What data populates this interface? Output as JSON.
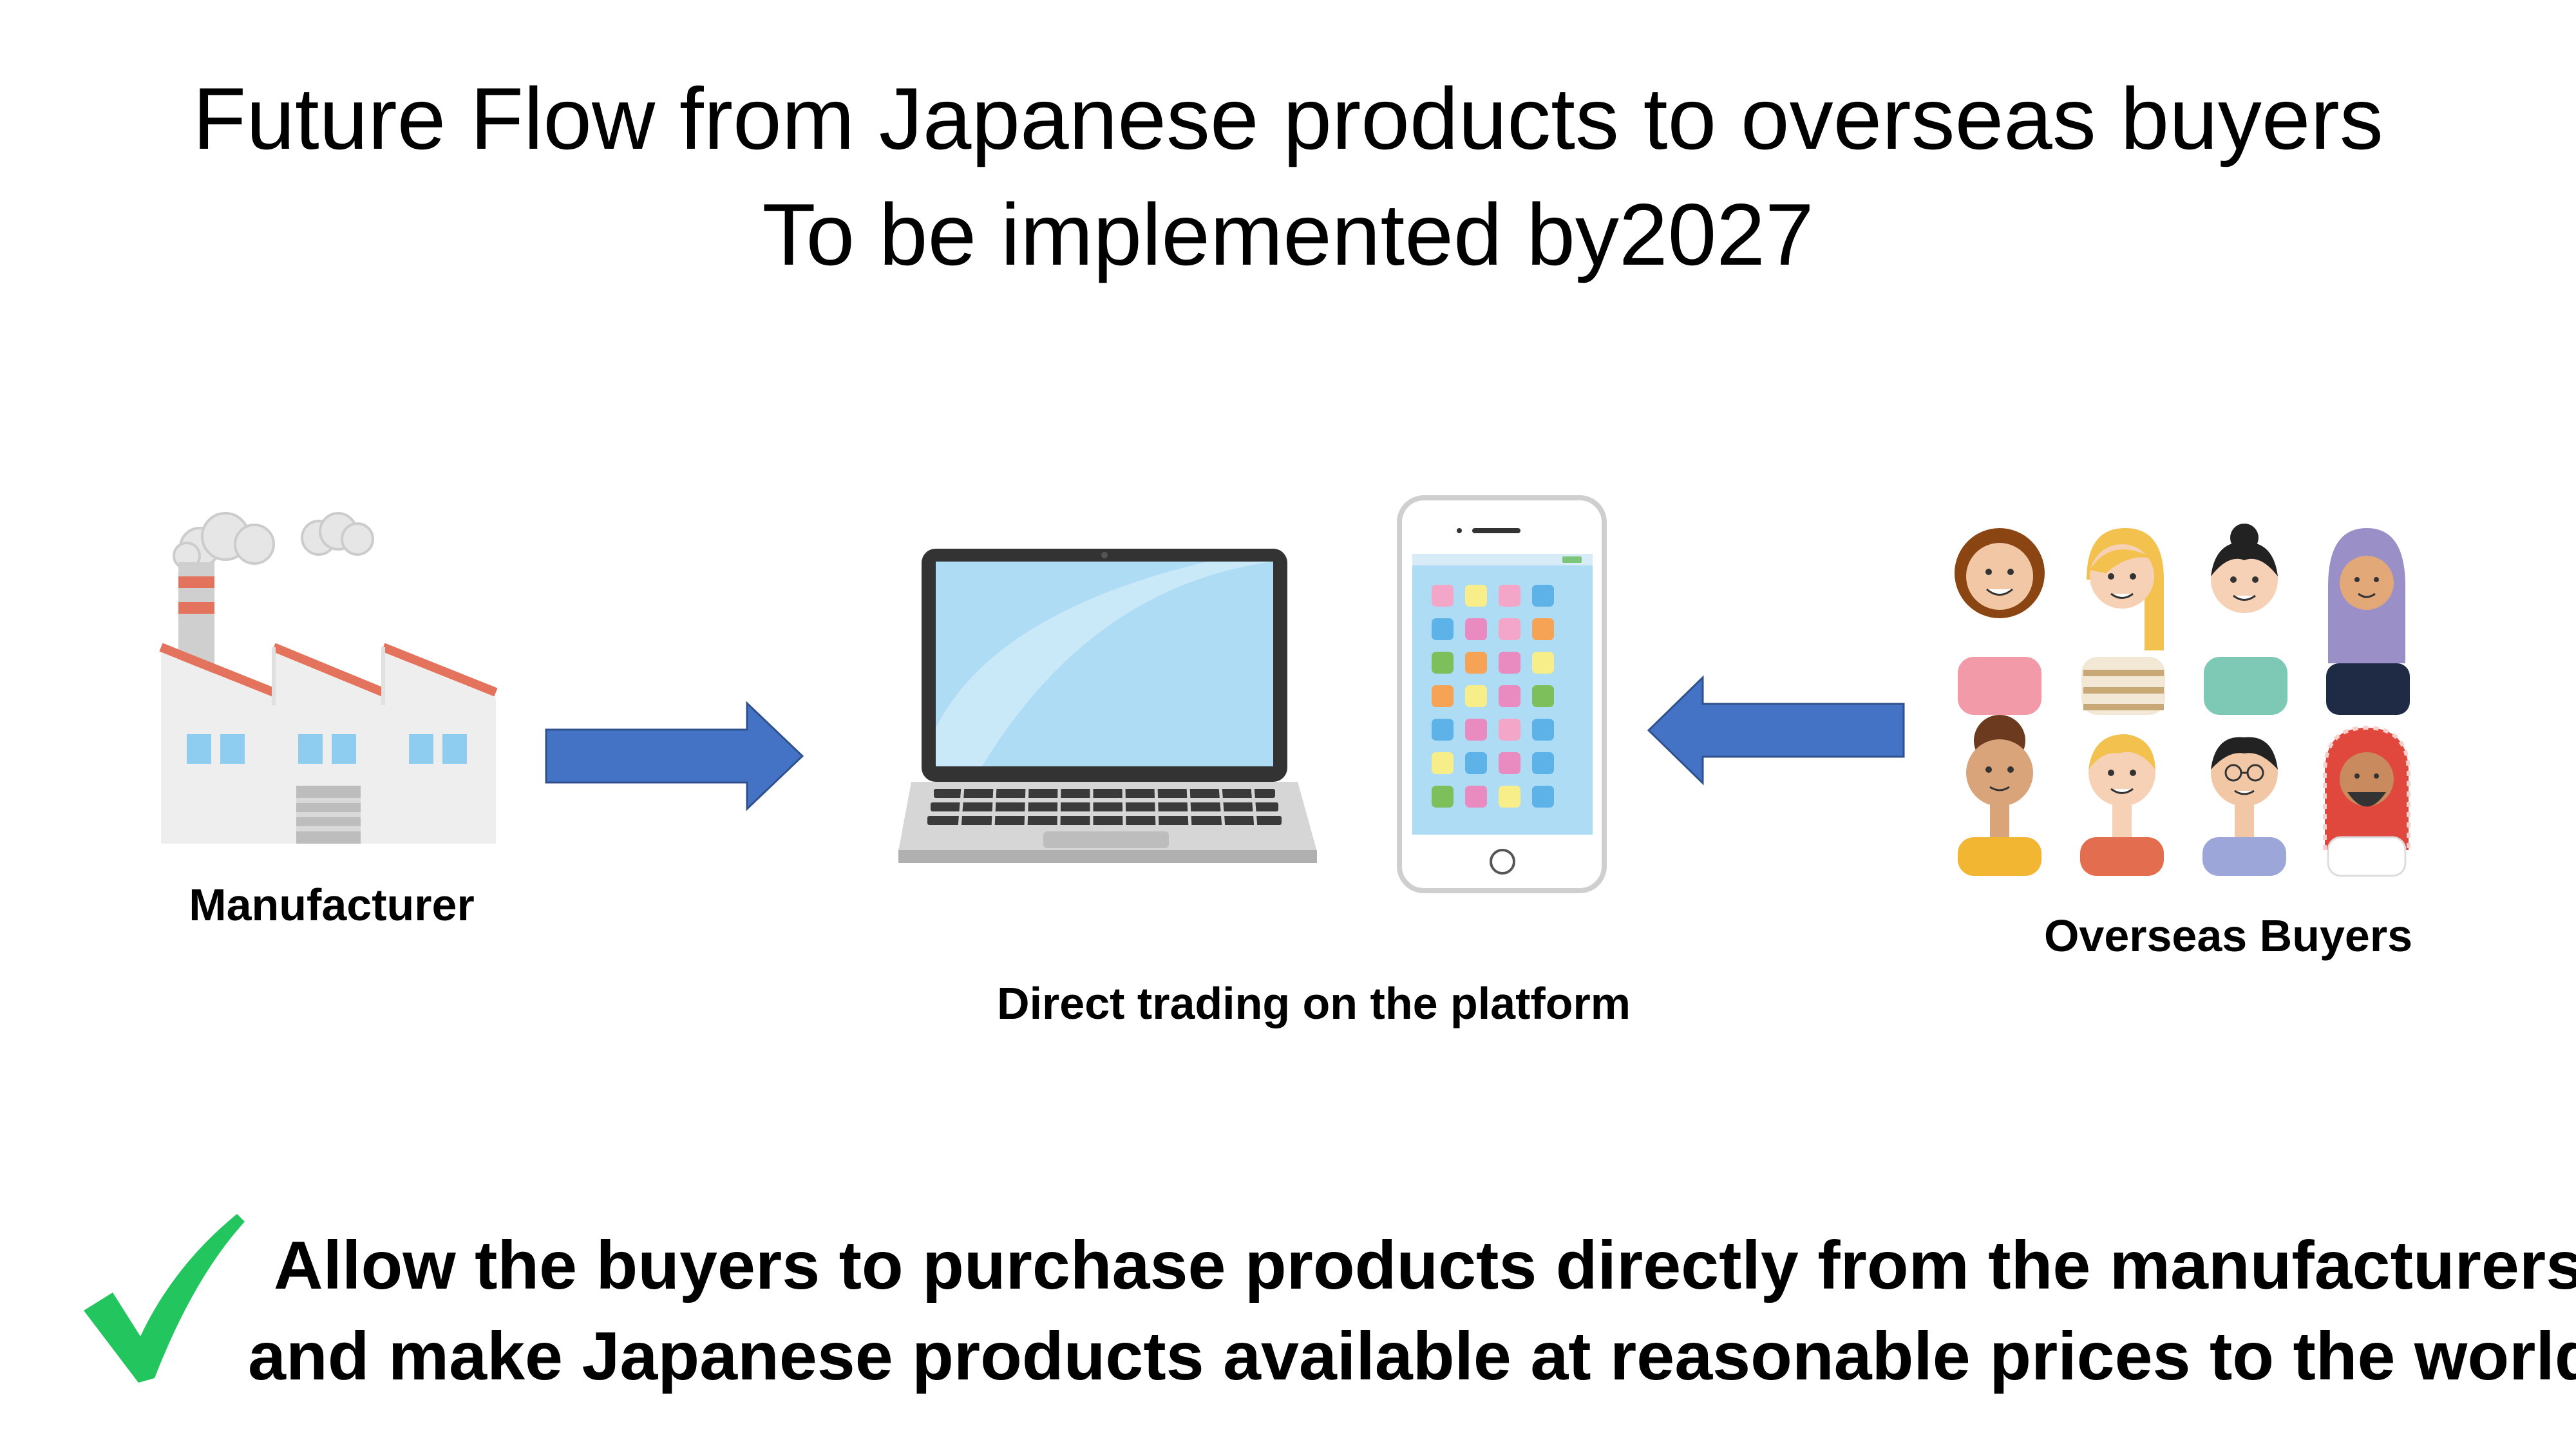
{
  "title": {
    "line1": "Future Flow from Japanese products to overseas buyers",
    "line2": "To be implemented by2027"
  },
  "nodes": {
    "manufacturer": "Manufacturer",
    "platform": "Direct trading on the platform",
    "buyers": "Overseas Buyers"
  },
  "message": {
    "line1": "Allow the buyers to purchase products directly from the manufacturers",
    "line2": "and make Japanese products available at reasonable prices to the world!"
  },
  "colors": {
    "arrow": "#4472C4",
    "check": "#22C55E",
    "factory_roof": "#E4735E",
    "screen": "#AEDCF5"
  }
}
